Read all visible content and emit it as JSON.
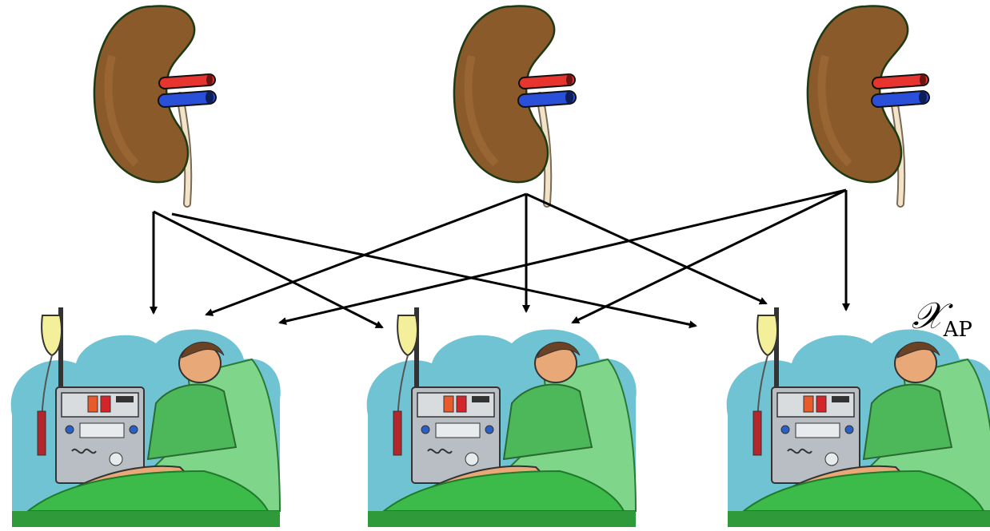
{
  "label": {
    "symbol": "𝒳",
    "subscript": "AP"
  },
  "colors": {
    "kidney": "#8b5a2b",
    "kidney_dark": "#5a3a1a",
    "artery": "#e8342e",
    "vein": "#2a4fd8",
    "ureter": "#f1e4c9",
    "cloud": "#6fc3d3",
    "blanket": "#3dbb4a",
    "machine": "#b9bec4",
    "arrow": "#000000"
  },
  "edges": [
    {
      "from": 0,
      "to": 0
    },
    {
      "from": 0,
      "to": 1
    },
    {
      "from": 0,
      "to": 2
    },
    {
      "from": 1,
      "to": 0
    },
    {
      "from": 1,
      "to": 1
    },
    {
      "from": 1,
      "to": 2
    },
    {
      "from": 2,
      "to": 0
    },
    {
      "from": 2,
      "to": 1
    },
    {
      "from": 2,
      "to": 2
    }
  ]
}
